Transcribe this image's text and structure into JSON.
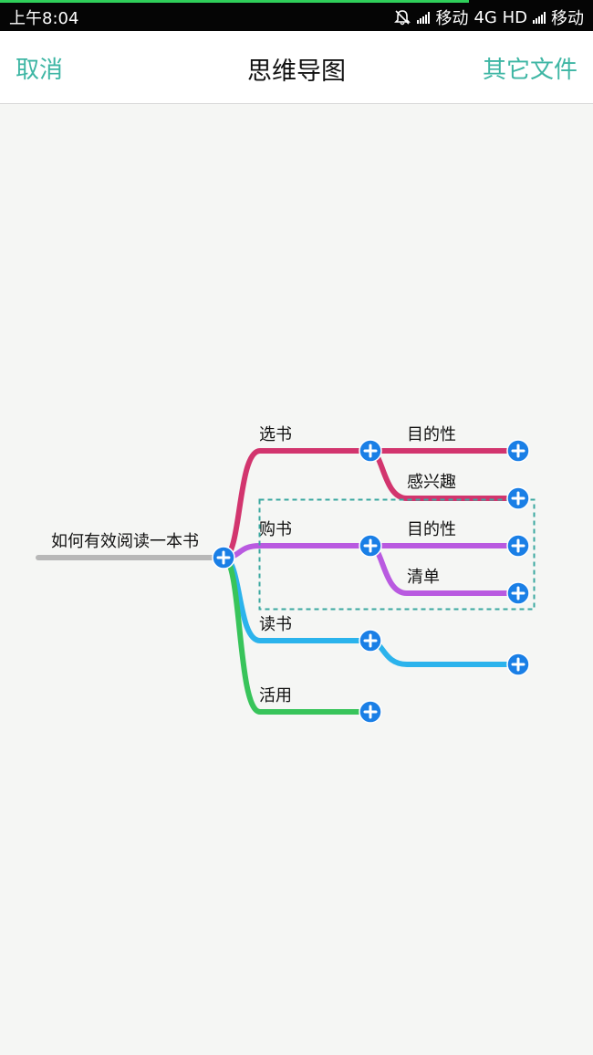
{
  "status_bar": {
    "time": "上午8:04",
    "carrier1": "移动",
    "network": "4G HD",
    "carrier2": "移动",
    "progress": 0.79
  },
  "nav": {
    "cancel_label": "取消",
    "title": "思维导图",
    "other_files_label": "其它文件"
  },
  "mindmap": {
    "root": "如何有效阅读一本书",
    "branches": [
      {
        "label": "选书",
        "color": "#d2356e",
        "children": [
          "目的性",
          "感兴趣"
        ]
      },
      {
        "label": "购书",
        "color": "#b95ae0",
        "children": [
          "目的性",
          "清单"
        ]
      },
      {
        "label": "读书",
        "color": "#2bb3ec",
        "children": [
          ""
        ]
      },
      {
        "label": "活用",
        "color": "#38c45a",
        "children": []
      }
    ],
    "root_line_color": "#b8b8b8",
    "selection_color": "#3aa8a0",
    "plus_color": "#1a7fe6"
  }
}
